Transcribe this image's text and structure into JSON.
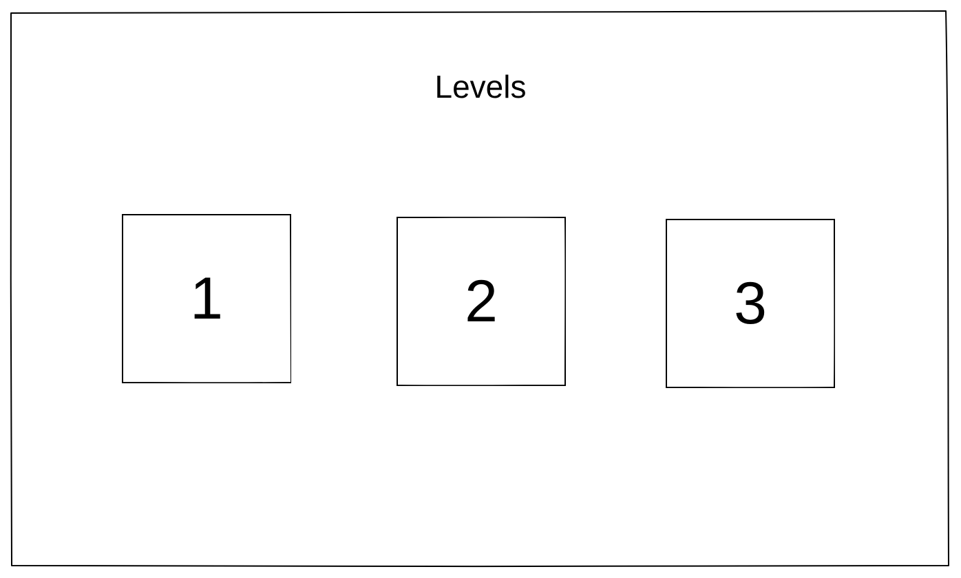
{
  "screen": {
    "title": "Levels"
  },
  "levels": [
    {
      "label": "1"
    },
    {
      "label": "2"
    },
    {
      "label": "3"
    }
  ],
  "colors": {
    "stroke": "#000000",
    "background": "#ffffff"
  }
}
